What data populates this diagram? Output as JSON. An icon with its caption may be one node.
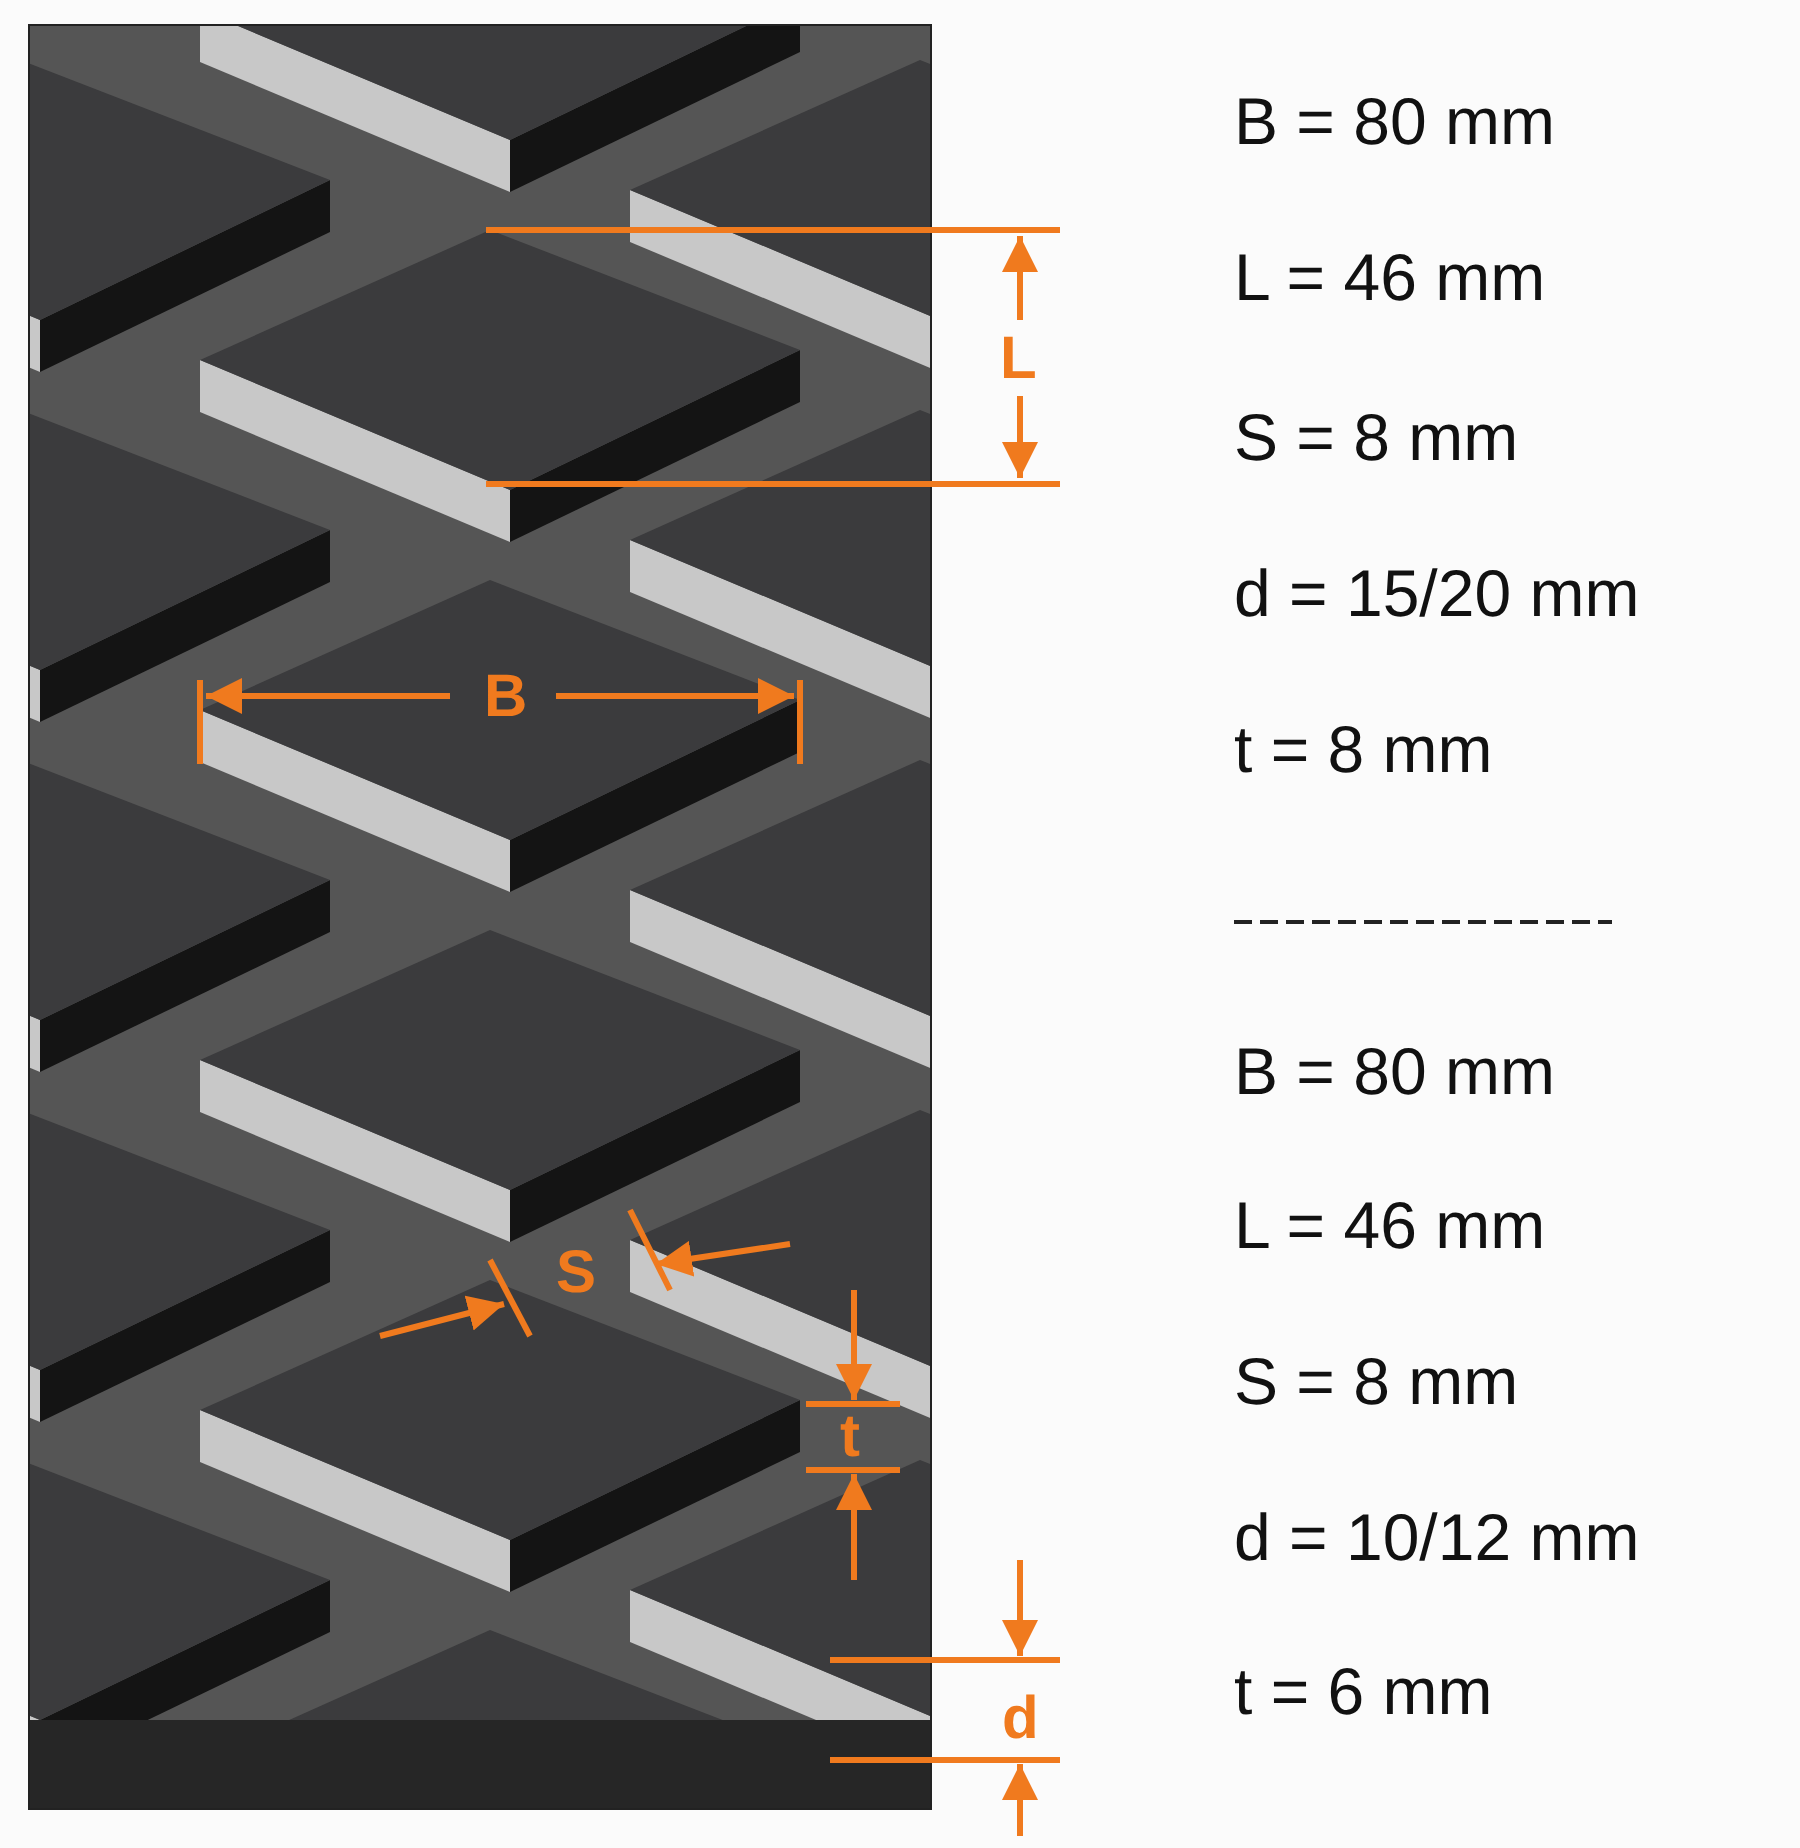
{
  "diagram": {
    "labels": [
      "L",
      "B",
      "S",
      "t",
      "d",
      "B = 80 mm",
      "L = 46 mm",
      "S = 8 mm",
      "d = 15/20 mm",
      "t = 8 mm",
      "B = 80 mm",
      "L = 46 mm",
      "S = 8 mm",
      "d = 10/12 mm",
      "t = 6 mm"
    ]
  }
}
